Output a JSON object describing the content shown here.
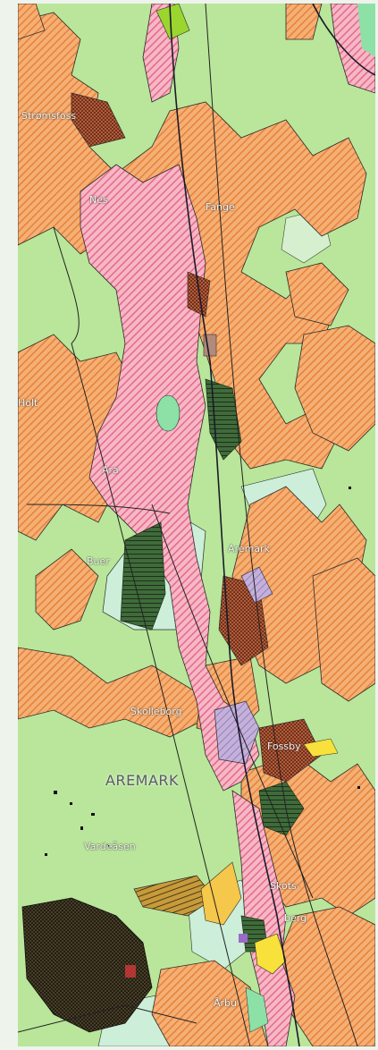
{
  "map": {
    "colors": {
      "base": "#b9e69a",
      "urban_hatch": "#ef9a4a",
      "lake_hatch": "#e56a8a",
      "water_light": "#8de0a6",
      "dark_forest": "#2f4a2c",
      "yellow": "#f7e13a",
      "boundary": "#2a2a2a"
    },
    "labels": [
      {
        "id": "stromsfoss",
        "text": "Strømsfoss"
      },
      {
        "id": "nes",
        "text": "Nes"
      },
      {
        "id": "fange",
        "text": "Fange"
      },
      {
        "id": "holt",
        "text": "Holt"
      },
      {
        "id": "ara",
        "text": "Ara"
      },
      {
        "id": "aremark-village",
        "text": "Aremark"
      },
      {
        "id": "buer",
        "text": "Buer"
      },
      {
        "id": "skolleborg",
        "text": "Skolleborg"
      },
      {
        "id": "aremark-municipality",
        "text": "AREMARK"
      },
      {
        "id": "fossby",
        "text": "Fossby"
      },
      {
        "id": "vardeasen",
        "text": "Vardeåsen"
      },
      {
        "id": "skots",
        "text": "Skots-"
      },
      {
        "id": "berg",
        "text": "berg"
      },
      {
        "id": "arbu",
        "text": "Årbu"
      }
    ]
  }
}
